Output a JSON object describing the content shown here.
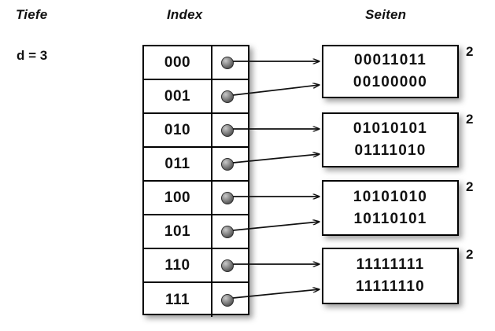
{
  "diagram": {
    "title_columns": {
      "depth": "Tiefe",
      "index": "Index",
      "pages": "Seiten"
    },
    "depth": {
      "label": "d = 3"
    },
    "colors": {
      "ink": "#000000",
      "background": "#ffffff",
      "pointer_dot": "#6e6e6e",
      "shadow": "rgba(0,0,0,0.38)"
    },
    "index_table": {
      "rows": [
        {
          "key": "000",
          "pointer_icon": "pointer-dot",
          "target_page": 0
        },
        {
          "key": "001",
          "pointer_icon": "pointer-dot",
          "target_page": 0
        },
        {
          "key": "010",
          "pointer_icon": "pointer-dot",
          "target_page": 1
        },
        {
          "key": "011",
          "pointer_icon": "pointer-dot",
          "target_page": 1
        },
        {
          "key": "100",
          "pointer_icon": "pointer-dot",
          "target_page": 2
        },
        {
          "key": "101",
          "pointer_icon": "pointer-dot",
          "target_page": 2
        },
        {
          "key": "110",
          "pointer_icon": "pointer-dot",
          "target_page": 3
        },
        {
          "key": "111",
          "pointer_icon": "pointer-dot",
          "target_page": 3
        }
      ]
    },
    "pages": [
      {
        "lines": [
          "00011011",
          "00100000"
        ],
        "count": "2"
      },
      {
        "lines": [
          "01010101",
          "01111010"
        ],
        "count": "2"
      },
      {
        "lines": [
          "10101010",
          "10110101"
        ],
        "count": "2"
      },
      {
        "lines": [
          "11111111",
          "11111110"
        ],
        "count": "2"
      }
    ]
  }
}
